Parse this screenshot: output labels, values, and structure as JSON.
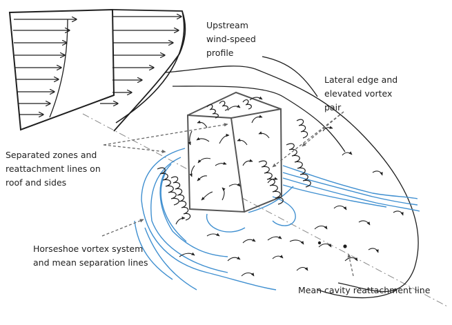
{
  "colors": {
    "ink": "#1e1e1e",
    "blue": "#3f8fd0",
    "dash": "#777777"
  },
  "labels": {
    "upstream": [
      "Upstream",
      "wind-speed",
      "profile"
    ],
    "lateral": [
      "Lateral edge and",
      "elevated vortex",
      "pair"
    ],
    "separated": [
      "Separated zones and",
      "reattachment lines on",
      "roof and sides"
    ],
    "horseshoe": [
      "Horseshoe vortex system",
      "and mean separation lines"
    ],
    "cavity": [
      "Mean cavity reattachment line"
    ]
  }
}
